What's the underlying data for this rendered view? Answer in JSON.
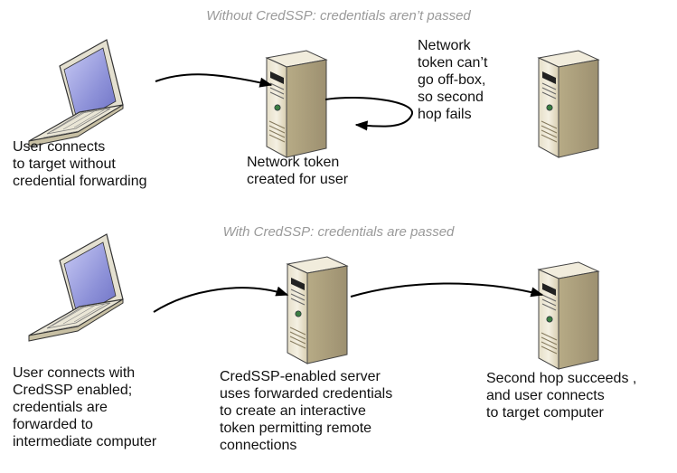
{
  "scenarios": [
    {
      "heading": "Without CredSSP: credentials aren’t passed",
      "client_label": "User connects\nto target without\ncredential forwarding",
      "server_label": "Network token\ncreated for user",
      "note_label": "Network\ntoken can’t\ngo off-box,\nso second\nhop fails"
    },
    {
      "heading": "With CredSSP: credentials are passed",
      "client_label": "User connects with\nCredSSP enabled;\ncredentials are\nforwarded to\nintermediate computer",
      "server_label": "CredSSP-enabled server\nuses forwarded credentials\nto create an interactive\ntoken permitting remote\nconnections",
      "target_label": "Second hop succeeds ,\nand user connects\nto target computer"
    }
  ]
}
